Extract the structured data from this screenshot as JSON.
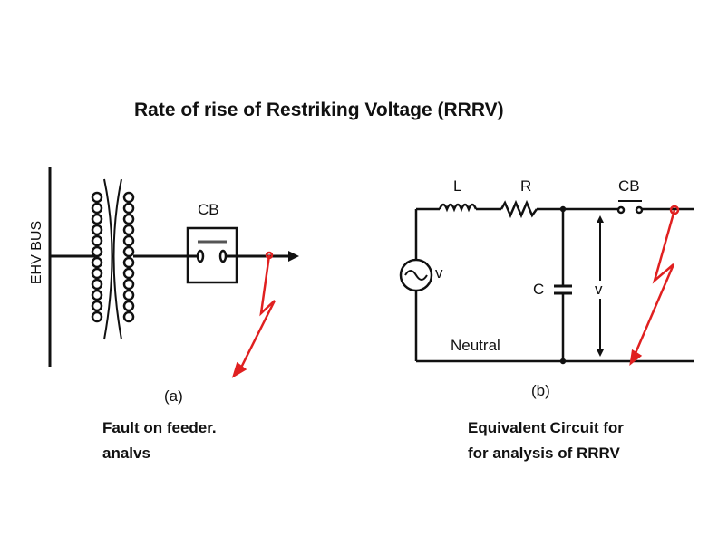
{
  "title": "Rate of rise of Restriking Voltage (RRRV)",
  "diagram_a": {
    "bus_label": "EHV BUS",
    "cb_label": "CB",
    "caption_letter": "(a)",
    "caption_line1": "Fault on feeder.",
    "caption_line2": "analvs"
  },
  "diagram_b": {
    "inductor_label": "L",
    "resistor_label": "R",
    "cb_label": "CB",
    "source_label": "v",
    "capacitor_label": "C",
    "voltage_label": "v",
    "neutral_label": "Neutral",
    "caption_letter": "(b)",
    "caption_line1": "Equivalent Circuit for",
    "caption_line2": "for analysis of RRRV"
  },
  "colors": {
    "line": "#111111",
    "fault": "#e02020"
  }
}
